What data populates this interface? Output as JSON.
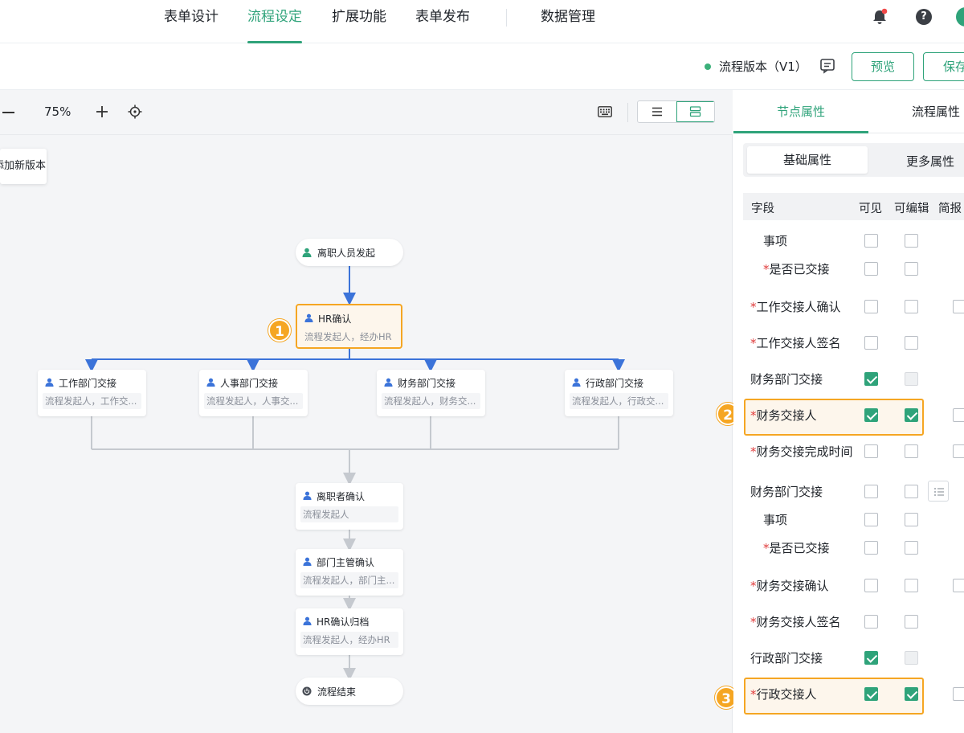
{
  "nav": {
    "tabs": [
      {
        "label": "表单设计"
      },
      {
        "label": "流程设定"
      },
      {
        "label": "扩展功能"
      },
      {
        "label": "表单发布"
      },
      {
        "label": "数据管理"
      }
    ],
    "help_label": "?"
  },
  "subbar": {
    "version": "流程版本（V1）",
    "preview": "预览",
    "save": "保存"
  },
  "toolbar": {
    "zoom": "75%",
    "new_version": "添加新版本"
  },
  "flow": {
    "start": "离职人员发起",
    "hr_confirm": {
      "title": "HR确认",
      "sub": "流程发起人，经办HR"
    },
    "branches": [
      {
        "title": "工作部门交接",
        "sub": "流程发起人，工作交..."
      },
      {
        "title": "人事部门交接",
        "sub": "流程发起人，人事交..."
      },
      {
        "title": "财务部门交接",
        "sub": "流程发起人，财务交..."
      },
      {
        "title": "行政部门交接",
        "sub": "流程发起人，行政交..."
      }
    ],
    "leaver_confirm": {
      "title": "离职者确认",
      "sub": "流程发起人"
    },
    "manager_confirm": {
      "title": "部门主管确认",
      "sub": "流程发起人，部门主..."
    },
    "hr_archive": {
      "title": "HR确认归档",
      "sub": "流程发起人，经办HR"
    },
    "end": "流程结束"
  },
  "badges": [
    "1",
    "2",
    "3"
  ],
  "panel": {
    "tabs": [
      "节点属性",
      "流程属性"
    ],
    "segments": [
      "基础属性",
      "更多属性"
    ],
    "headers": {
      "field": "字段",
      "visible": "可见",
      "editable": "可编辑",
      "brief": "简报"
    },
    "rows": [
      {
        "label": "事项",
        "required": false
      },
      {
        "label": "是否已交接",
        "required": true
      },
      {
        "label": "工作交接人确认",
        "required": true
      },
      {
        "label": "工作交接人签名",
        "required": true
      },
      {
        "label": "财务部门交接",
        "required": false
      },
      {
        "label": "财务交接人",
        "required": true
      },
      {
        "label": "财务交接完成时间",
        "required": true
      },
      {
        "label": "财务部门交接",
        "required": false
      },
      {
        "label": "事项",
        "required": false
      },
      {
        "label": "是否已交接",
        "required": true
      },
      {
        "label": "财务交接确认",
        "required": true
      },
      {
        "label": "财务交接人签名",
        "required": true
      },
      {
        "label": "行政部门交接",
        "required": false
      },
      {
        "label": "行政交接人",
        "required": true
      }
    ],
    "required_mark": "*"
  },
  "colors": {
    "accent": "#2fa37a",
    "highlight": "#f5a623",
    "flow_line": "#3b73d9",
    "required": "#e03c3c"
  }
}
